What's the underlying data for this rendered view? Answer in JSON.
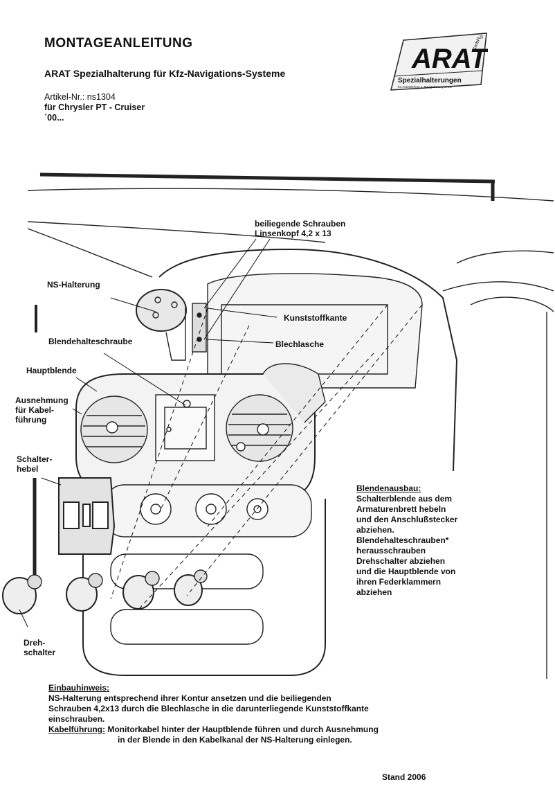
{
  "header": {
    "title": "MONTAGEANLEITUNG",
    "subtitle": "ARAT Spezialhalterung für Kfz-Navigations-Systeme",
    "article": "Artikel-Nr.: ns1304",
    "vehicle": "für Chrysler PT - Cruiser",
    "year": "´00..."
  },
  "logo": {
    "brand": "ARAT",
    "tagline": "Spezialhalterungen",
    "sub": "für Autotelefone u. Navigationssysteme",
    "gmbh": "GmbH",
    "reg": "®"
  },
  "labels": {
    "screws": "beiliegende Schrauben",
    "screws2": "Linsenkopf 4,2 x 13",
    "ns_holder": "NS-Halterung",
    "plastic_edge": "Kunststoffkante",
    "sheet_tab": "Blechlasche",
    "panel_screw": "Blendehalteschraube",
    "main_panel": "Hauptblende",
    "recess1": "Ausnehmung",
    "recess2": "für Kabel-",
    "recess3": "führung",
    "switch1": "Schalter-",
    "switch2": "hebel",
    "rotary1": "Dreh-",
    "rotary2": "schalter"
  },
  "removal": {
    "heading": "Blendenausbau:",
    "lines": [
      "Schalterblende aus dem",
      "Armaturenbrett hebeln",
      "und den Anschlußstecker",
      "abziehen.",
      "Blendehalteschrauben*",
      "herausschrauben",
      "Drehschalter abziehen",
      "und die Hauptblende von",
      "ihren Federklammern",
      "abziehen"
    ]
  },
  "install": {
    "heading": "Einbauhinweis:",
    "line1": "NS-Halterung entsprechend ihrer Kontur ansetzen und die beiliegenden",
    "line2": "Schrauben 4,2x13 durch die Blechlasche in die darunterliegende Kunststoffkante",
    "line3": "einschrauben.",
    "cable_heading": "Kabelführung:",
    "cable1": "Monitorkabel hinter der Hauptblende führen und durch Ausnehmung",
    "cable2": "in der Blende in den Kabelkanal der NS-Halterung einlegen."
  },
  "footer": {
    "stand": "Stand 2006"
  }
}
